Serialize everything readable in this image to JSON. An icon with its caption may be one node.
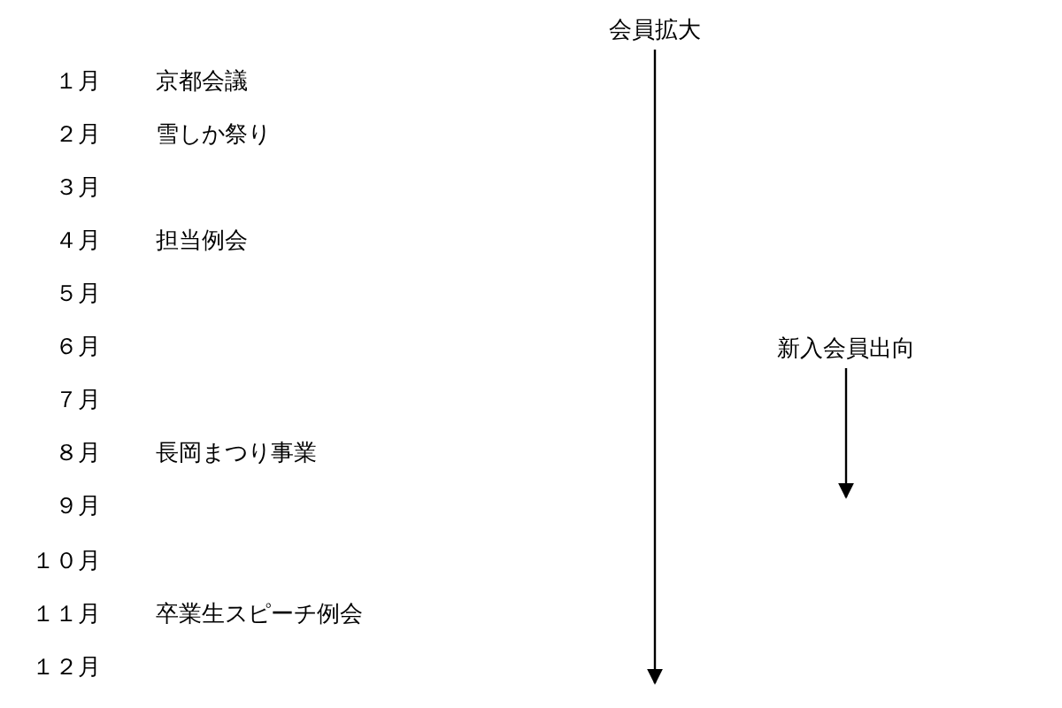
{
  "diagram": {
    "nodes": [
      {
        "text": [
          "会員拡大"
        ]
      },
      {
        "text": [
          "新入会員出向"
        ]
      }
    ],
    "edges": [
      {
        "from": 0,
        "to": null,
        "arrow": "to"
      },
      {
        "from": 1,
        "to": null,
        "arrow": "to"
      }
    ],
    "labels": [
      "１月",
      "京都会議",
      "２月",
      "雪しか祭り",
      "３月",
      "４月",
      "担当例会",
      "５月",
      "６月",
      "７月",
      "８月",
      "長岡まつり事業",
      "９月",
      "１０月",
      "１１月",
      "卒業生スピーチ例会",
      "１２月"
    ]
  }
}
